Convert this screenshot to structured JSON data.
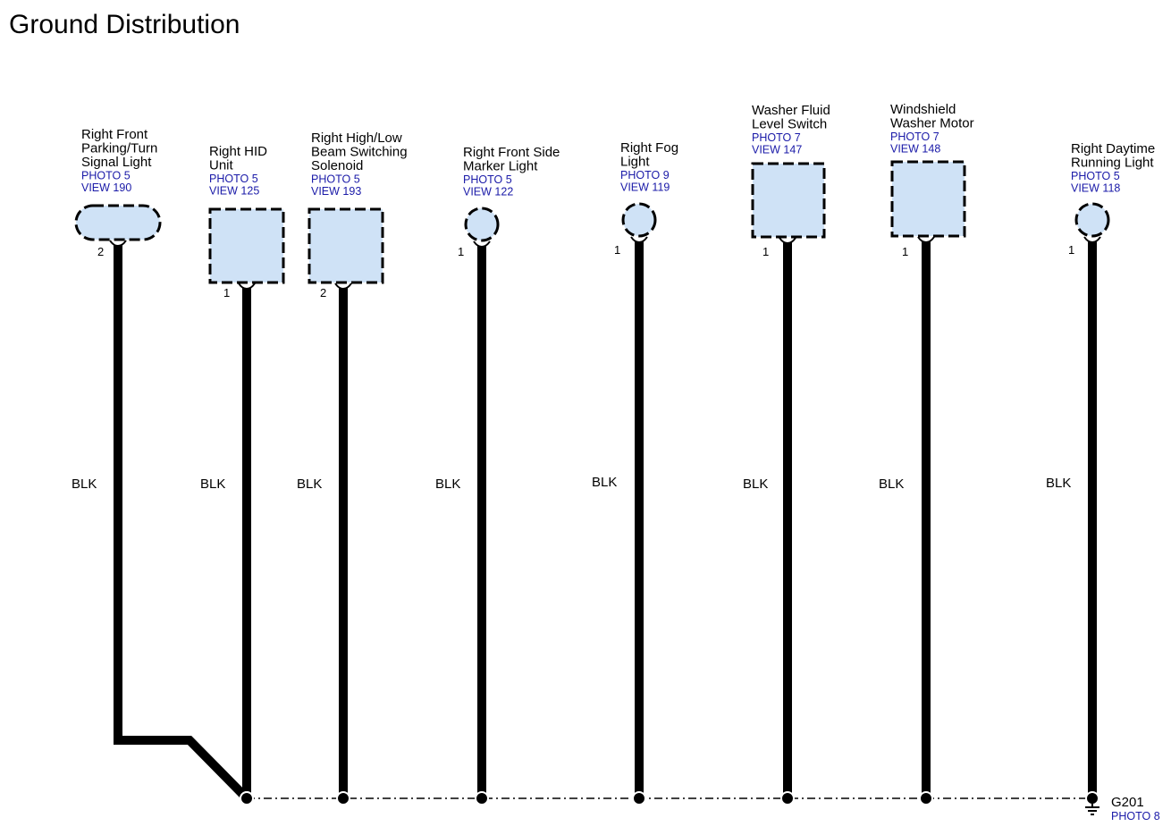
{
  "title": "Ground Distribution",
  "wire_color": "BLK",
  "ground": {
    "id": "G201",
    "photo": "PHOTO 8"
  },
  "components": [
    {
      "lines": [
        "Right Front",
        "Parking/Turn",
        "Signal Light"
      ],
      "photo": "PHOTO 5",
      "view": "VIEW 190",
      "pin": "2"
    },
    {
      "lines": [
        "Right HID",
        "Unit"
      ],
      "photo": "PHOTO 5",
      "view": "VIEW 125",
      "pin": "1"
    },
    {
      "lines": [
        "Right High/Low",
        "Beam Switching",
        "Solenoid"
      ],
      "photo": "PHOTO 5",
      "view": "VIEW 193",
      "pin": "2"
    },
    {
      "lines": [
        "Right Front Side",
        "Marker Light"
      ],
      "photo": "PHOTO 5",
      "view": "VIEW 122",
      "pin": "1"
    },
    {
      "lines": [
        "Right Fog",
        "Light"
      ],
      "photo": "PHOTO 9",
      "view": "VIEW 119",
      "pin": "1"
    },
    {
      "lines": [
        "Washer Fluid",
        "Level Switch"
      ],
      "photo": "PHOTO 7",
      "view": "VIEW 147",
      "pin": "1"
    },
    {
      "lines": [
        "Windshield",
        "Washer Motor"
      ],
      "photo": "PHOTO 7",
      "view": "VIEW 148",
      "pin": "1"
    },
    {
      "lines": [
        "Right Daytime",
        "Running Light"
      ],
      "photo": "PHOTO 5",
      "view": "VIEW 118",
      "pin": "1"
    }
  ]
}
